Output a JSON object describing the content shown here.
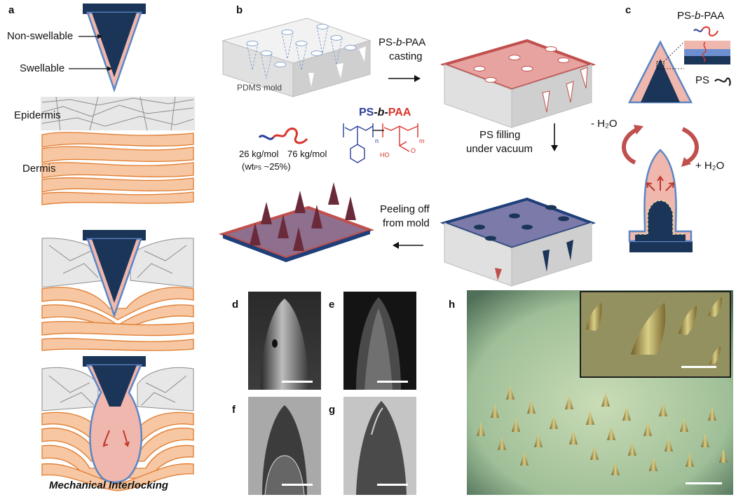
{
  "panels": {
    "a": "a",
    "b": "b",
    "c": "c",
    "d": "d",
    "e": "e",
    "f": "f",
    "g": "g",
    "h": "h"
  },
  "panel_a": {
    "non_swellable": "Non-swellable",
    "swellable": "Swellable",
    "epidermis": "Epidermis",
    "dermis": "Dermis",
    "caption": "Mechanical Interlocking"
  },
  "panel_b": {
    "pdms": "PDMS mold",
    "casting_line1": "PS-b-PAA",
    "casting_line2": "casting",
    "filling_line1": "PS filling",
    "filling_line2": "under vacuum",
    "peeling_line1": "Peeling off",
    "peeling_line2": "from mold",
    "copolymer_ps": "PS",
    "copolymer_dash1": "-",
    "copolymer_b": "b",
    "copolymer_dash2": "-",
    "copolymer_paa": "PAA",
    "mw_ps": "26 kg/mol",
    "mw_paa": "76 kg/mol",
    "wt_open": "(wt",
    "wt_sub": "PS",
    "wt_close": " ~25%)",
    "sub_n": "n",
    "sub_m": "m",
    "o_atom": "O",
    "ho_atom": "HO"
  },
  "panel_c": {
    "top_label": "PS-b-PAA",
    "ps_label": "PS",
    "minus_water": "- H₂O",
    "plus_water": "+ H₂O"
  },
  "colors": {
    "navy": "#1b3558",
    "pink": "#f0b7ae",
    "blue_outline": "#5b86c4",
    "orange": "#e07b2e",
    "red": "#d94a3c",
    "gray": "#8a8a8a"
  }
}
